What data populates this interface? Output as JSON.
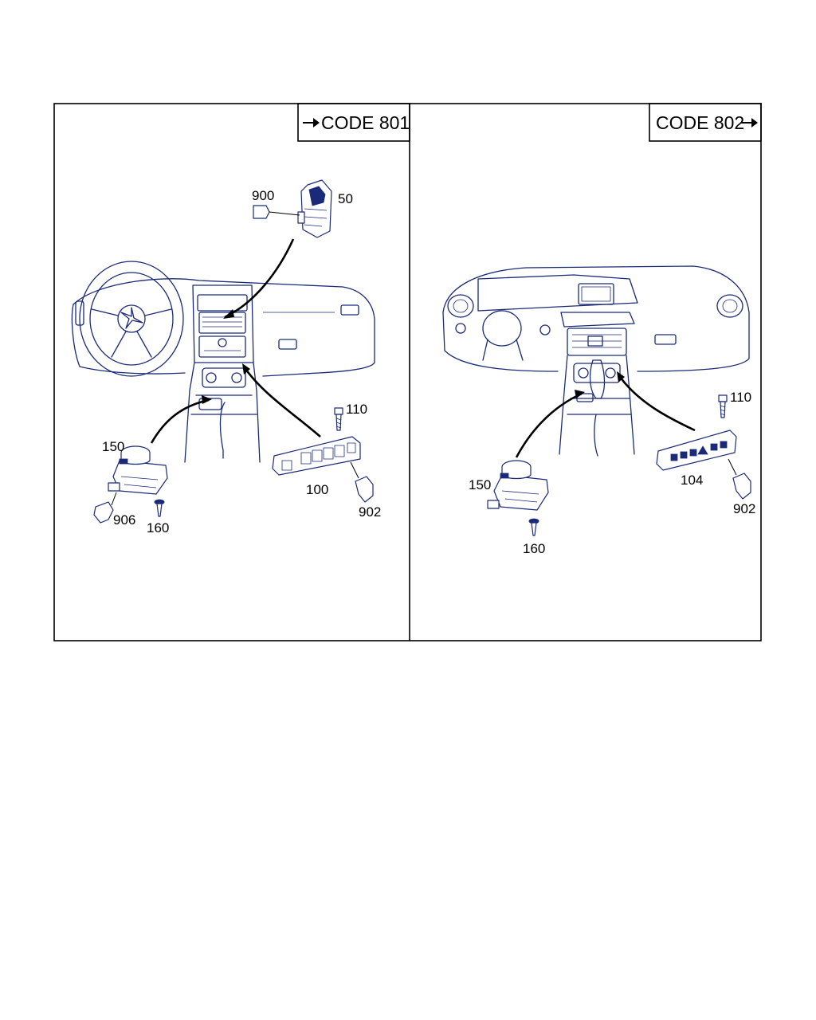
{
  "panels": [
    {
      "code_label": "CODE 801",
      "callouts": [
        "900",
        "50",
        "110",
        "150",
        "100",
        "902",
        "906",
        "160"
      ]
    },
    {
      "code_label": "CODE 802",
      "callouts": [
        "110",
        "150",
        "104",
        "902",
        "160"
      ]
    }
  ],
  "colors": {
    "line_art": "#1b2a78",
    "frame": "#000000"
  }
}
